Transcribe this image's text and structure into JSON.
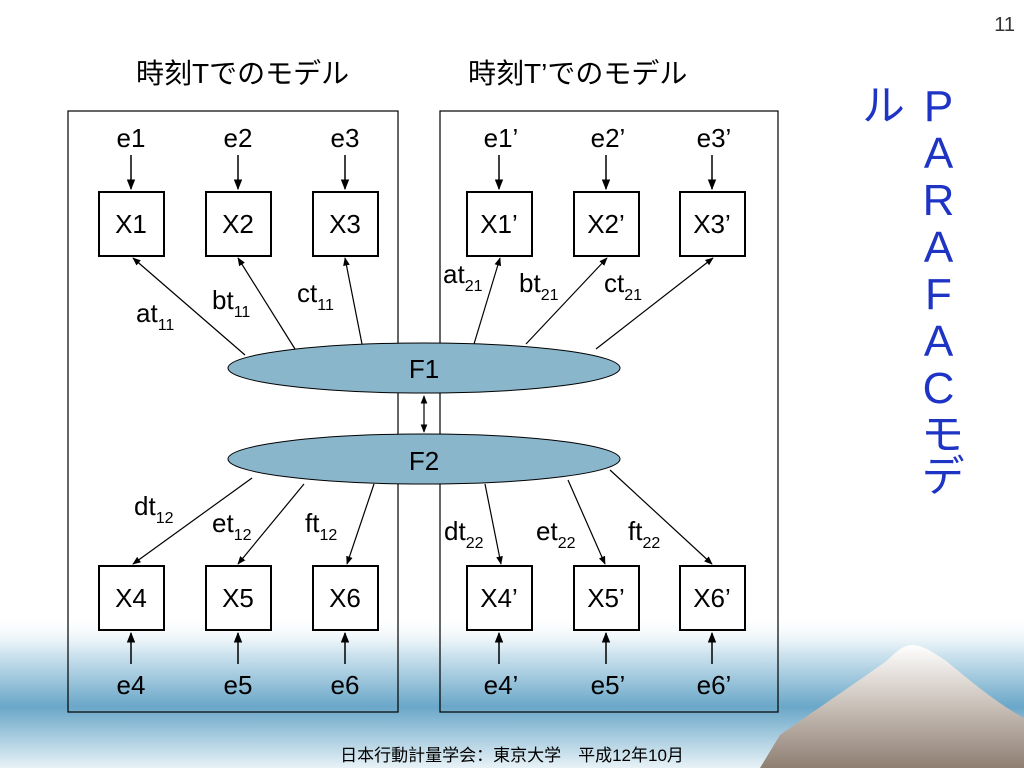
{
  "page_number": "11",
  "titles": {
    "left": "時刻Tでのモデル",
    "right": "時刻T’でのモデル"
  },
  "vertical_title": "PARAFACモデル",
  "footer": "日本行動計量学会：東京大学　平成12年10月",
  "colors": {
    "title": "#1e34c4",
    "factor_fill": "#8ab6cc",
    "sea": "#5a9bc0"
  },
  "factors": [
    {
      "id": "F1",
      "label": "F1"
    },
    {
      "id": "F2",
      "label": "F2"
    }
  ],
  "variables": {
    "left_top": [
      "X1",
      "X2",
      "X3"
    ],
    "left_bottom": [
      "X4",
      "X5",
      "X6"
    ],
    "right_top": [
      "X1’",
      "X2’",
      "X3’"
    ],
    "right_bottom": [
      "X4’",
      "X5’",
      "X6’"
    ]
  },
  "errors": {
    "left_top": [
      "e1",
      "e2",
      "e3"
    ],
    "left_bottom": [
      "e4",
      "e5",
      "e6"
    ],
    "right_top": [
      "e1’",
      "e2’",
      "e3’"
    ],
    "right_bottom": [
      "e4’",
      "e5’",
      "e6’"
    ]
  },
  "loadings": {
    "left_top": [
      {
        "base": "at",
        "sub": "11"
      },
      {
        "base": "bt",
        "sub": "11"
      },
      {
        "base": "ct",
        "sub": "11"
      }
    ],
    "right_top": [
      {
        "base": "at",
        "sub": "21"
      },
      {
        "base": "bt",
        "sub": "21"
      },
      {
        "base": "ct",
        "sub": "21"
      }
    ],
    "left_bottom": [
      {
        "base": "dt",
        "sub": "12"
      },
      {
        "base": "et",
        "sub": "12"
      },
      {
        "base": "ft",
        "sub": "12"
      }
    ],
    "right_bottom": [
      {
        "base": "dt",
        "sub": "22"
      },
      {
        "base": "et",
        "sub": "22"
      },
      {
        "base": "ft",
        "sub": "22"
      }
    ]
  }
}
